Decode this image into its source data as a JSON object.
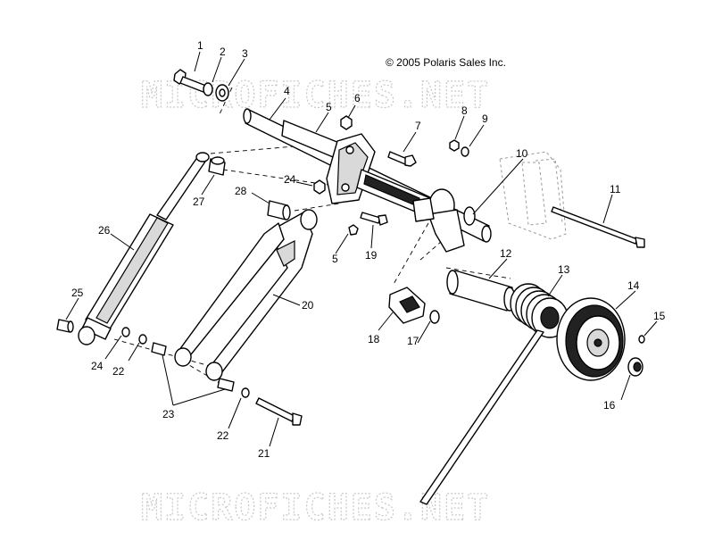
{
  "copyright": "© 2005 Polaris Sales Inc.",
  "watermark": "MICROFICHES.NET",
  "callouts": {
    "c1": "1",
    "c2": "2",
    "c3": "3",
    "c4": "4",
    "c5a": "5",
    "c5b": "5",
    "c6": "6",
    "c7": "7",
    "c8": "8",
    "c9": "9",
    "c10": "10",
    "c11": "11",
    "c12": "12",
    "c13": "13",
    "c14": "14",
    "c15": "15",
    "c16": "16",
    "c17": "17",
    "c18": "18",
    "c19": "19",
    "c20": "20",
    "c21": "21",
    "c22a": "22",
    "c22b": "22",
    "c23": "23",
    "c24a": "24",
    "c24b": "24",
    "c25": "25",
    "c26": "26",
    "c27": "27",
    "c28": "28"
  }
}
